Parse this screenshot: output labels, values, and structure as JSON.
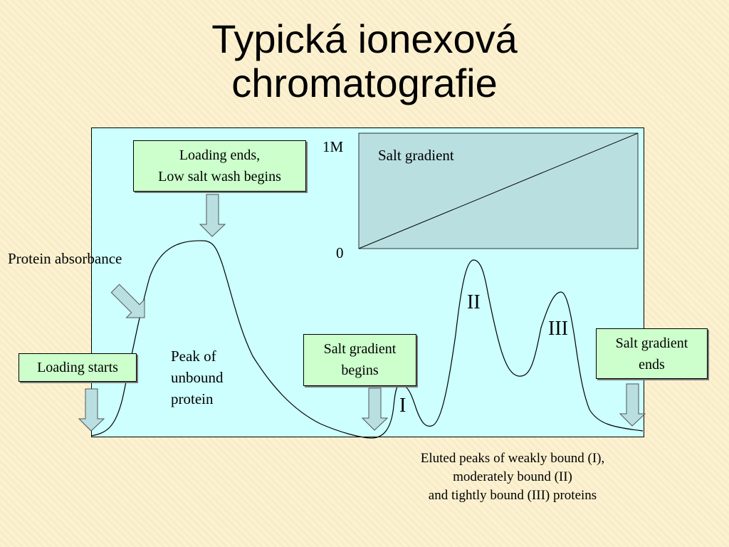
{
  "title": {
    "line1": "Typická ionexová",
    "line2": "chromatografie"
  },
  "labels": {
    "loading_ends_line1": "Loading ends,",
    "loading_ends_line2": "Low salt wash begins",
    "protein_absorbance": "Protein absorbance",
    "loading_starts": "Loading starts",
    "unbound_line1": "Peak of",
    "unbound_line2": "unbound",
    "unbound_line3": "protein",
    "gradient_begins_line1": "Salt gradient",
    "gradient_begins_line2": "begins",
    "gradient_ends_line1": "Salt gradient",
    "gradient_ends_line2": "ends",
    "salt_gradient": "Salt gradient",
    "salt_max": "1M",
    "salt_min": "0",
    "peak_I": "I",
    "peak_II": "II",
    "peak_III": "III",
    "caption_line1": "Eluted peaks of weakly bound (I),",
    "caption_line2": "moderately bound (II)",
    "caption_line3": "and tightly bound (III) proteins"
  },
  "colors": {
    "background": "#fbf0cf",
    "plot_area": "#ccfffe",
    "gradient_box": "#b9dfe1",
    "label_box": "#ccffcc",
    "arrow_fill": "#b9dfe1"
  },
  "icons": [
    "down-arrow-icon",
    "diagonal-arrow-icon"
  ]
}
